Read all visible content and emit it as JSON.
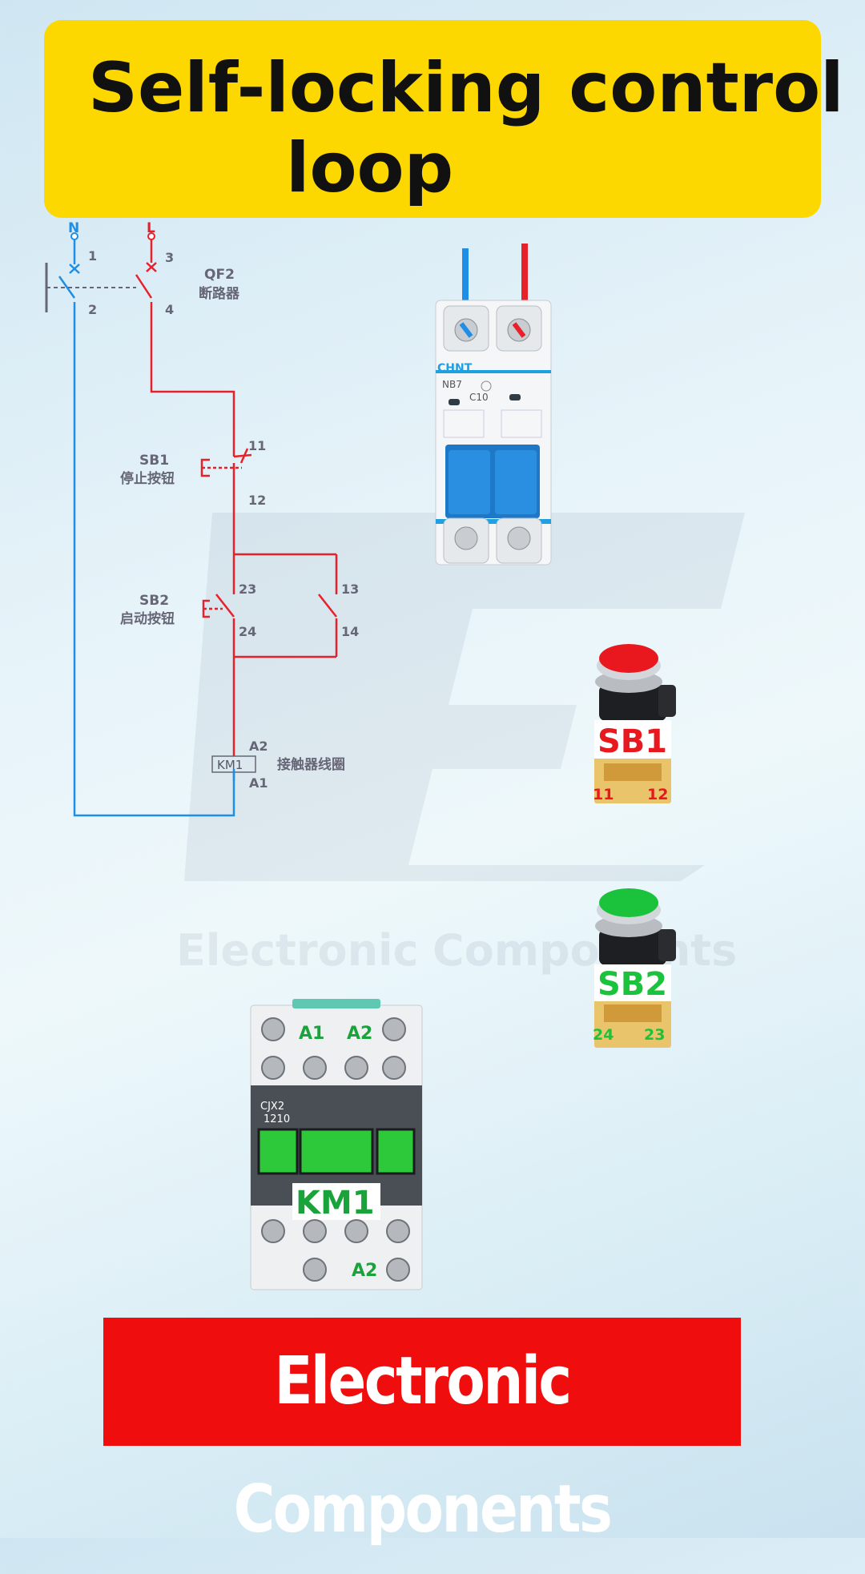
{
  "title": {
    "line1": "Self-locking control",
    "line2": "loop"
  },
  "watermark": {
    "text_left": "Electronic",
    "text_right": "Components"
  },
  "schematic": {
    "neutral": "N",
    "line": "L",
    "terminals": {
      "t1": "1",
      "t2": "2",
      "t3": "3",
      "t4": "4",
      "t11": "11",
      "t12": "12",
      "t13": "13",
      "t14": "14",
      "t23": "23",
      "t24": "24",
      "a1": "A1",
      "a2": "A2"
    },
    "qf2_id": "QF2",
    "qf2_name": "断路器",
    "sb1_id": "SB1",
    "sb1_name": "停止按钮",
    "sb2_id": "SB2",
    "sb2_name": "启动按钮",
    "km1_id": "KM1",
    "km1_name": "接触器线圈"
  },
  "breaker": {
    "brand": "CHNT",
    "model": "NB7",
    "rating": "C10"
  },
  "button_sb1": {
    "label": "SB1",
    "term_left": "11",
    "term_right": "12"
  },
  "button_sb2": {
    "label": "SB2",
    "term_left": "24",
    "term_right": "23"
  },
  "contactor": {
    "top_left": "A1",
    "top_right": "A2",
    "model_line1": "CJX2",
    "model_line2": "1210",
    "label": "KM1",
    "bottom": "A2"
  },
  "banner": {
    "text": "Electronic Components"
  },
  "colors": {
    "title_bg": "#fcd800",
    "wire_neutral": "#1f8ee6",
    "wire_line": "#e8202a",
    "banner_bg": "#f00d0d",
    "sb1_button": "#e8181e",
    "sb2_button": "#1bc23c",
    "contactor_green": "#2ec83b"
  }
}
